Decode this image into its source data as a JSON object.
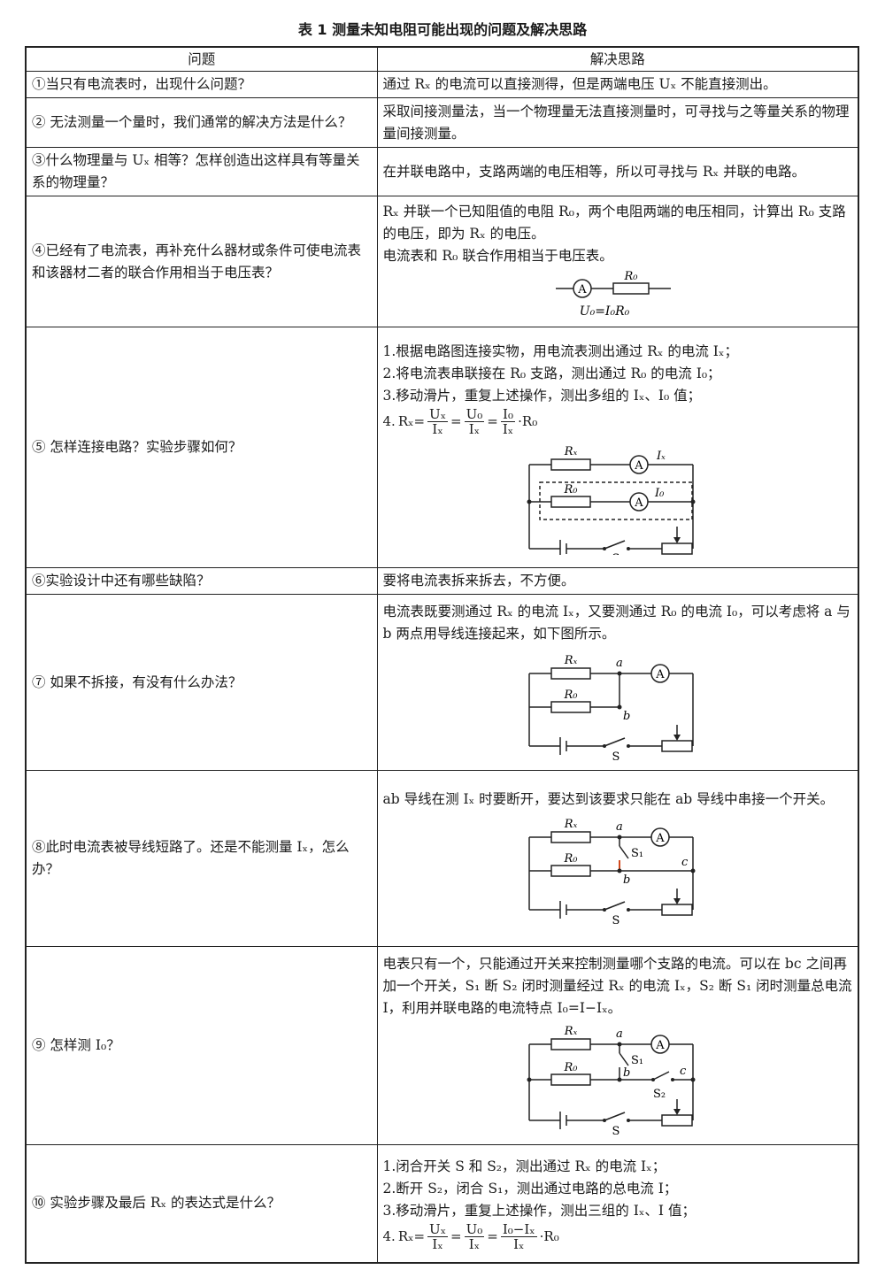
{
  "caption": "表 1  测量未知电阻可能出现的问题及解决思路",
  "headers": {
    "question": "问题",
    "solution": "解决思路"
  },
  "rows": [
    {
      "q": "①当只有电流表时，出现什么问题？",
      "s": [
        "通过 Rₓ 的电流可以直接测得，但是两端电压 Uₓ 不能直接测出。"
      ]
    },
    {
      "q": "② 无法测量一个量时，我们通常的解决方法是什么？",
      "s": [
        "采取间接测量法，当一个物理量无法直接测量时，可寻找与之等量关系的物理量间接测量。"
      ]
    },
    {
      "q": "③什么物理量与 Uₓ 相等？怎样创造出这样具有等量关系的物理量？",
      "s": [
        "在并联电路中，支路两端的电压相等，所以可寻找与 Rₓ 并联的电路。"
      ]
    },
    {
      "q": "④已经有了电流表，再补充什么器材或条件可使电流表和该器材二者的联合作用相当于电压表？",
      "s": [
        "Rₓ 并联一个已知阻值的电阻 R₀，两个电阻两端的电压相同，计算出 R₀ 支路的电压，即为 Rₓ 的电压。",
        "电流表和 R₀ 联合作用相当于电压表。"
      ]
    },
    {
      "q": "⑤ 怎样连接电路？实验步骤如何？",
      "s": [
        "1.根据电路图连接实物，用电流表测出通过 Rₓ 的电流 Iₓ；",
        "2.将电流表串联接在 R₀ 支路，测出通过 R₀ 的电流 I₀；",
        "3.移动滑片，重复上述操作，测出多组的 Iₓ、I₀ 值；"
      ]
    },
    {
      "q": "⑥实验设计中还有哪些缺陷？",
      "s": [
        "要将电流表拆来拆去，不方便。"
      ]
    },
    {
      "q": "⑦ 如果不拆接，有没有什么办法？",
      "s": [
        "电流表既要测通过 Rₓ 的电流 Iₓ，又要测通过 R₀ 的电流 I₀，可以考虑将 a 与 b 两点用导线连接起来，如下图所示。"
      ]
    },
    {
      "q": "⑧此时电流表被导线短路了。还是不能测量 Iₓ，怎么办？",
      "s": [
        " ab 导线在测 Iₓ 时要断开，要达到该要求只能在 ab 导线中串接一个开关。"
      ]
    },
    {
      "q": "⑨ 怎样测 I₀？",
      "s": [
        "电表只有一个，只能通过开关来控制测量哪个支路的电流。可以在 bc 之间再加一个开关，S₁ 断 S₂ 闭时测量经过 Rₓ 的电流 Iₓ，S₂ 断 S₁ 闭时测量总电流 I，利用并联电路的电流特点 I₀=I−Iₓ。"
      ]
    },
    {
      "q": "⑩ 实验步骤及最后 Rₓ 的表达式是什么？",
      "s": [
        "1.闭合开关 S 和 S₂，测出通过 Rₓ 的电流 Iₓ；",
        "2.断开 S₂，闭合 S₁，测出通过电路的总电流 I；",
        "3.移动滑片，重复上述操作，测出三组的 Iₓ、I 值；"
      ]
    }
  ],
  "formula4": {
    "prefix": "4.",
    "lhs": "Rₓ=",
    "f1_num": "Uₓ",
    "f1_den": "Iₓ",
    "eq": "=",
    "f2_num": "U₀",
    "f2_den": "Iₓ",
    "f3_num": "I₀",
    "f3_den": "Iₓ",
    "tail": "·R₀"
  },
  "formula10": {
    "prefix": "4.",
    "lhs": "Rₓ=",
    "f1_num": "Uₓ",
    "f1_den": "Iₓ",
    "eq": "=",
    "f2_num": "U₀",
    "f2_den": "Iₓ",
    "f3_num": "I₀−Iₓ",
    "f3_den": "Iₓ",
    "tail": "·R₀"
  },
  "labels": {
    "ammeter": "A",
    "r0": "R₀",
    "rx": "Rₓ",
    "u0eq": "U₀=I₀R₀",
    "ix": "Iₓ",
    "i0": "I₀",
    "s": "S",
    "s1": "S₁",
    "s2": "S₂",
    "a": "a",
    "b": "b",
    "c": "c"
  }
}
